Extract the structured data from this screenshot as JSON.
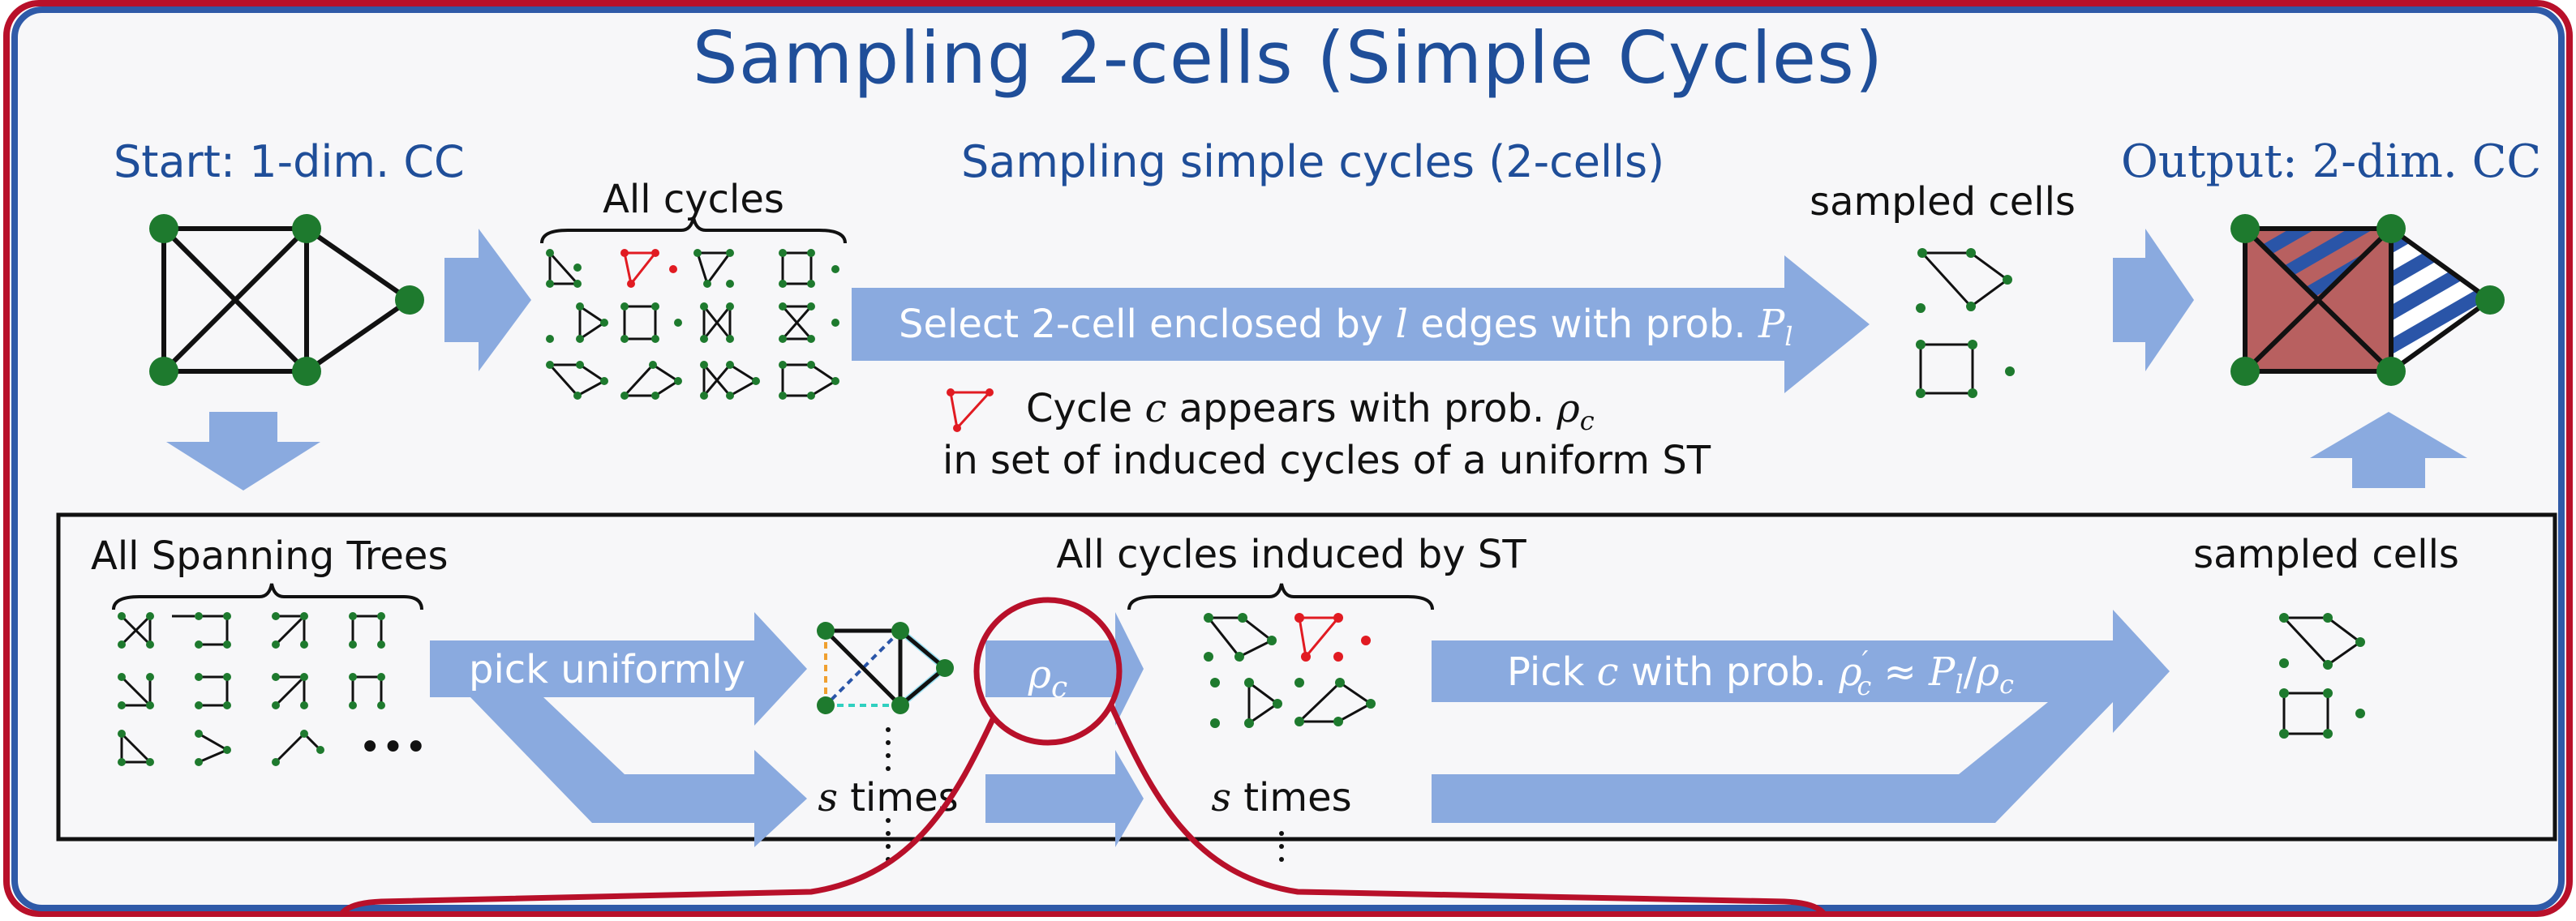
{
  "title": "Sampling 2-cells (Simple Cycles)",
  "headers": {
    "start": "Start: 1-dim. CC",
    "middle": "Sampling simple cycles (2-cells)",
    "output": "Output: 2-dim. CC"
  },
  "labels": {
    "all_cycles": "All cycles",
    "sampled_cells_top": "sampled cells",
    "sampled_cells_bottom": "sampled cells",
    "all_spanning_trees": "All Spanning Trees",
    "cycles_induced": "All cycles induced by ST",
    "ellipsis": "•••"
  },
  "select_arrow": {
    "text_a": "Select 2-cell enclosed by ",
    "var_l": "l",
    "text_b": " edges with prob. ",
    "var_P": "P",
    "var_P_sub": "l"
  },
  "cycle_note": {
    "line1_a": "Cycle ",
    "line1_c": "c",
    "line1_b": " appears with prob. ",
    "line1_rho": "ρ",
    "line1_rho_sub": "c",
    "line2": "in set of induced cycles of a uniform ST"
  },
  "pick_uniform": "pick uniformly",
  "rho_label": {
    "rho": "ρ",
    "sub": "c"
  },
  "s_times": {
    "var": "s",
    "text": " times"
  },
  "pick_arrow": {
    "text_a": "Pick ",
    "var_c": "c",
    "text_b": " with prob.  ",
    "rho": "ρ",
    "prime": "′",
    "sub": "c",
    "approx": " ≈ ",
    "P": "P",
    "P_sub": "l",
    "slash": "/",
    "rho2": "ρ",
    "rho2_sub": "c"
  },
  "colors": {
    "blue_title": "#1f4e99",
    "arrow": "#8aaadf",
    "node": "#1e7a2e",
    "highlight_red": "#e11b22",
    "frame_red": "#b8102a",
    "cell_fill": "#b86060",
    "hatch_blue": "#2a55a8"
  }
}
